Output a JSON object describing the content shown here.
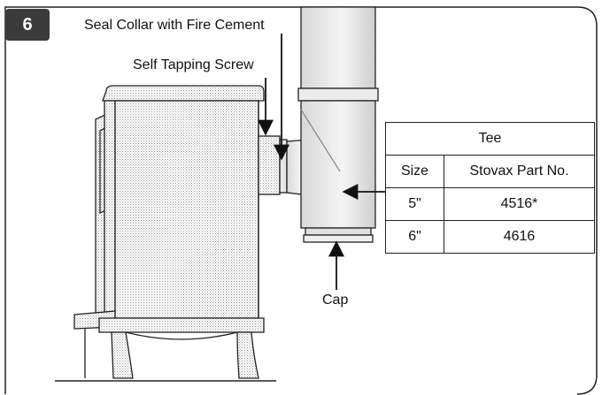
{
  "figure": {
    "step_number": "6"
  },
  "callouts": {
    "seal_collar": "Seal Collar with Fire Cement",
    "screw": "Self Tapping Screw",
    "cap": "Cap"
  },
  "part_table": {
    "title": "Tee",
    "headers": [
      "Size",
      "Stovax Part No."
    ],
    "rows": [
      {
        "size": "5\"",
        "part_no": "4516*"
      },
      {
        "size": "6\"",
        "part_no": "4616"
      }
    ]
  }
}
